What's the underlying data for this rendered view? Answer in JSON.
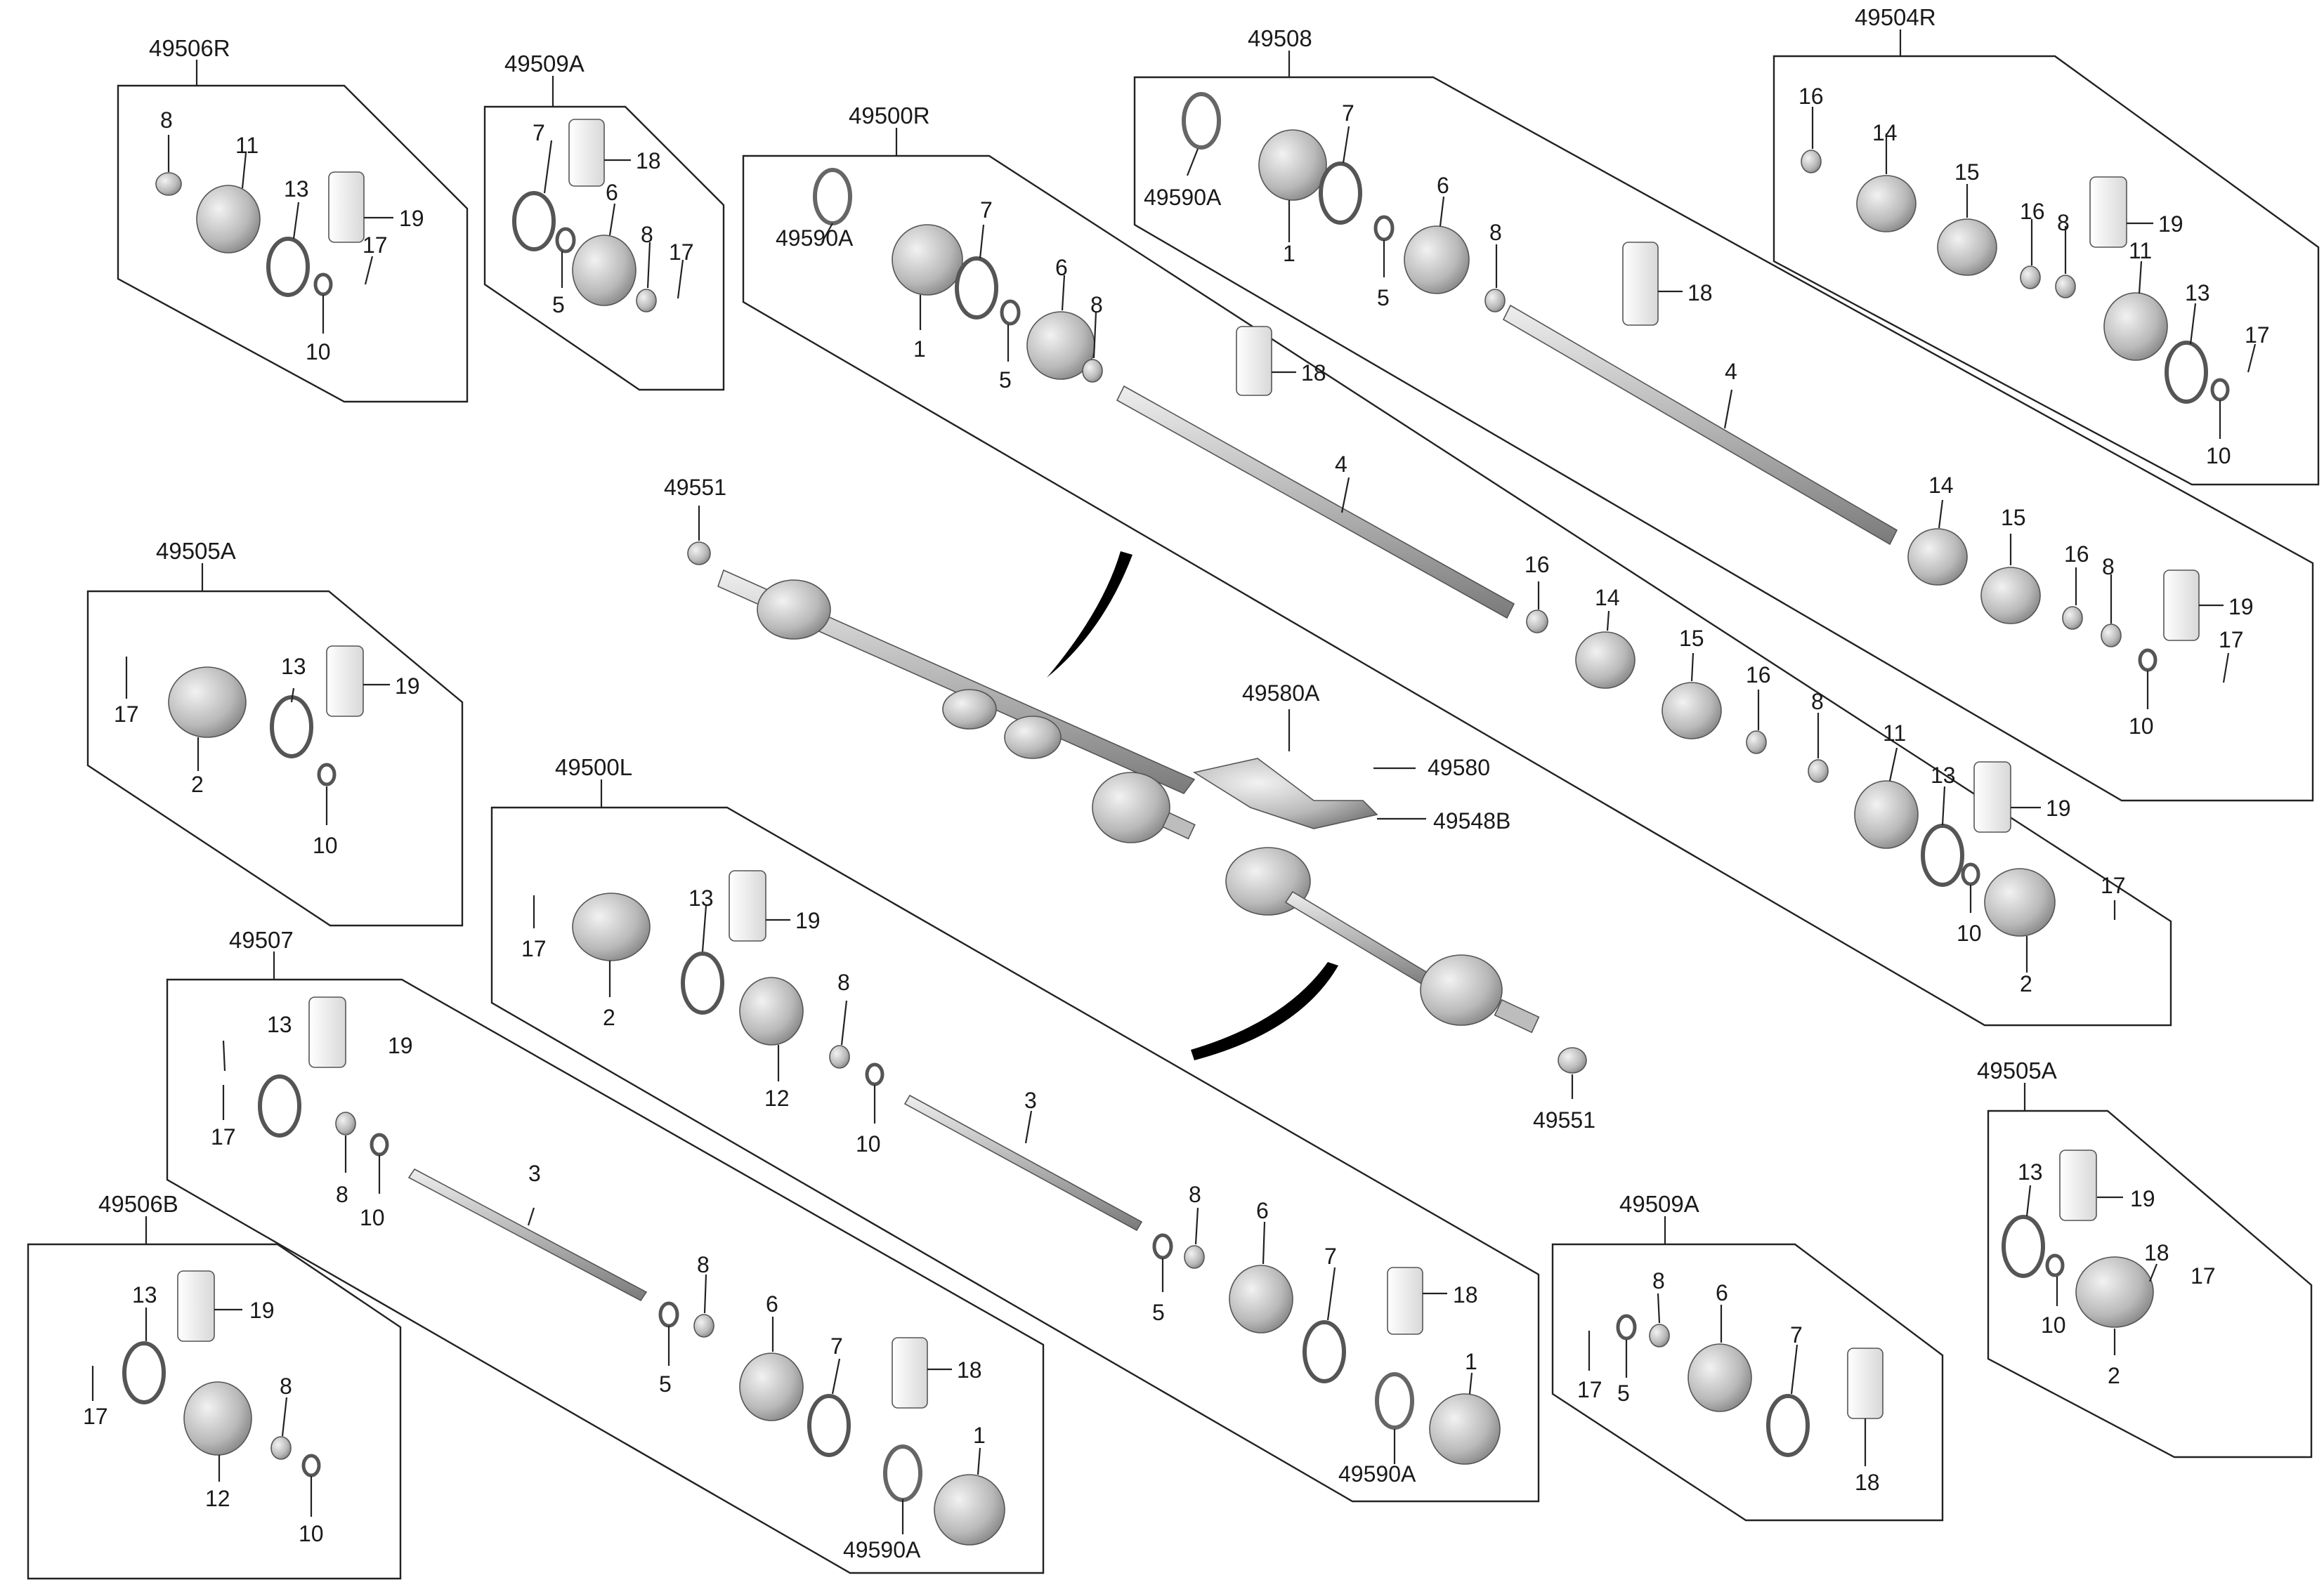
{
  "groups": {
    "g49506R": "49506R",
    "g49509A_top": "49509A",
    "g49500R": "49500R",
    "g49508": "49508",
    "g49504R": "49504R",
    "g49505A_left": "49505A",
    "g49500L": "49500L",
    "g49507": "49507",
    "g49506B": "49506B",
    "g49509A_bottom": "49509A",
    "g49505A_right": "49505A"
  },
  "labels": {
    "a8": "8",
    "a11": "11",
    "a13": "13",
    "a19": "19",
    "a17": "17",
    "a10": "10",
    "b7": "7",
    "b18": "18",
    "b6": "6",
    "b8": "8",
    "b17": "17",
    "b5": "5",
    "c7": "7",
    "c49590A": "49590A",
    "c1": "1",
    "c6": "6",
    "c8": "8",
    "c5": "5",
    "c18": "18",
    "c4": "4",
    "c16a": "16",
    "c14": "14",
    "c15": "15",
    "c16b": "16",
    "c8b": "8",
    "c11": "11",
    "c13": "13",
    "c19": "19",
    "c10": "10",
    "c17": "17",
    "c2": "2",
    "d7": "7",
    "d49590A": "49590A",
    "d1": "1",
    "d6": "6",
    "d8": "8",
    "d5": "5",
    "d18": "18",
    "d4": "4",
    "d14": "14",
    "d15": "15",
    "d16": "16",
    "d8b": "8",
    "d19": "19",
    "d17": "17",
    "d10": "10",
    "e16": "16",
    "e14": "14",
    "e15": "15",
    "e16b": "16",
    "e8": "8",
    "e19": "19",
    "e11": "11",
    "e13": "13",
    "e17": "17",
    "e10": "10",
    "f17": "17",
    "f13": "13",
    "f19": "19",
    "f2": "2",
    "f10": "10",
    "h17": "17",
    "h13": "13",
    "h19": "19",
    "h2": "2",
    "h8": "8",
    "h12": "12",
    "h10": "10",
    "h3": "3",
    "h8b": "8",
    "h6": "6",
    "h5": "5",
    "h7": "7",
    "h18": "18",
    "h1": "1",
    "h49590A": "49590A",
    "i13": "13",
    "i19": "19",
    "i17": "17",
    "i8": "8",
    "i10": "10",
    "i3": "3",
    "i8b": "8",
    "i5": "5",
    "i6": "6",
    "i7": "7",
    "i18": "18",
    "i1": "1",
    "i49590A": "49590A",
    "j13": "13",
    "j19": "19",
    "j17": "17",
    "j8": "8",
    "j12": "12",
    "j10": "10",
    "k8": "8",
    "k6": "6",
    "k17": "17",
    "k5": "5",
    "k7": "7",
    "k18": "18",
    "l13": "13",
    "l19": "19",
    "l18": "18",
    "l17": "17",
    "l10": "10",
    "l2": "2",
    "m49551a": "49551",
    "m49551b": "49551",
    "m49580A": "49580A",
    "m49580": "49580",
    "m49548B": "49548B"
  },
  "colors": {
    "line": "#222222",
    "part_light": "#d4d4d4",
    "part_mid": "#a9a9a9",
    "part_dark": "#6e6e6e",
    "arc": "#000000"
  }
}
